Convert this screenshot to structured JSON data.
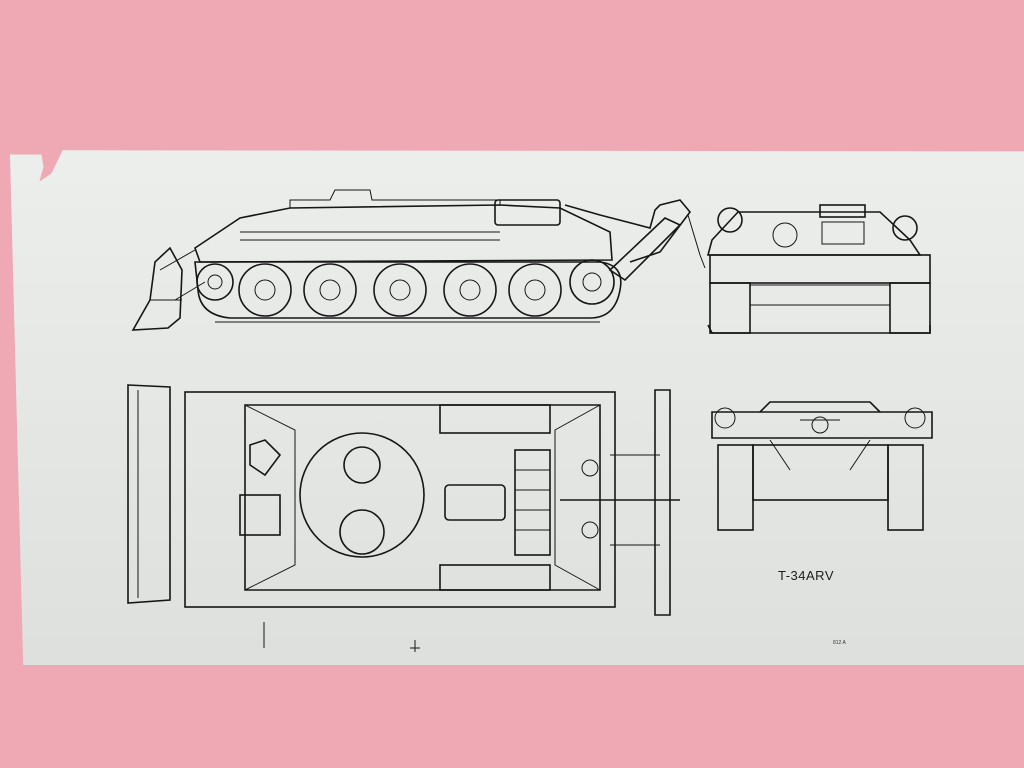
{
  "drawing": {
    "caption": "T-34ARV",
    "fine_print": "812 A",
    "views": [
      "side-view",
      "front-view",
      "top-view",
      "rear-view"
    ]
  },
  "colors": {
    "background": "#eea9b5",
    "paper": "#e6e9e6",
    "ink": "#161616"
  }
}
